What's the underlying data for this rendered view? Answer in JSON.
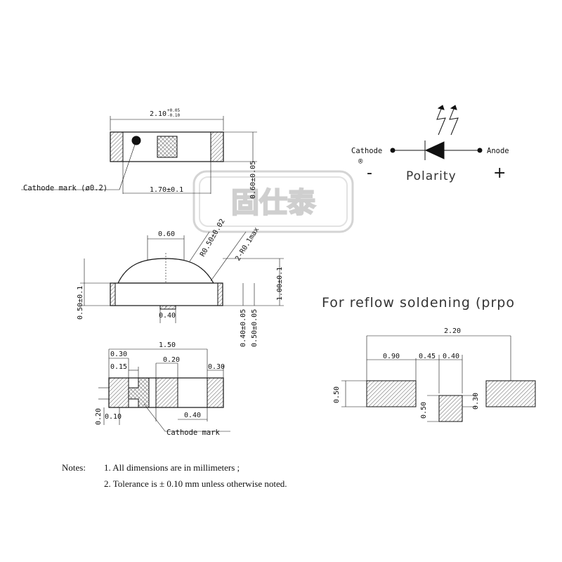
{
  "top_view": {
    "width_main": "2.10",
    "width_tol_upper": "+0.05",
    "width_tol_lower": "-0.10",
    "inner_width": "1.70±0.1",
    "height": "0.60±0.05",
    "cathode_mark_label": "Cathode mark (ø0.2)"
  },
  "polarity": {
    "cathode_label": "Cathode",
    "anode_label": "Anode",
    "title": "Polarity",
    "minus_sign": "-",
    "plus_sign": "+",
    "registered_mark": "®"
  },
  "watermark": {
    "text": "固仕泰"
  },
  "side_view": {
    "dome_width": "0.60",
    "dome_radius": "R0.50±0.02",
    "corner_radius": "2-R0.1max",
    "body_height": "0.50±0.1",
    "pad_width": "0.40",
    "total_height": "1.00±0.1",
    "dim_a": "0.40±0.05",
    "dim_b": "0.50±0.05"
  },
  "bottom_view": {
    "dim_030_left": "0.30",
    "dim_150": "1.50",
    "dim_015": "0.15",
    "dim_020_top": "0.20",
    "dim_030_right": "0.30",
    "dim_020_side": "0.20",
    "dim_010": "0.10",
    "dim_040": "0.40",
    "cathode_mark_label": "Cathode mark"
  },
  "reflow": {
    "title": "For reflow soldening (prpo",
    "dim_total": "2.20",
    "dim_pad": "0.90",
    "dim_gap": "0.45",
    "dim_center_pad": "0.40",
    "dim_pad_height": "0.50",
    "dim_center_height": "0.50",
    "dim_center_right": "0.30"
  },
  "notes": {
    "label": "Notes:",
    "note1": "1. All dimensions are in millimeters ;",
    "note2": "2. Tolerance is ± 0.10 mm unless otherwise noted."
  }
}
